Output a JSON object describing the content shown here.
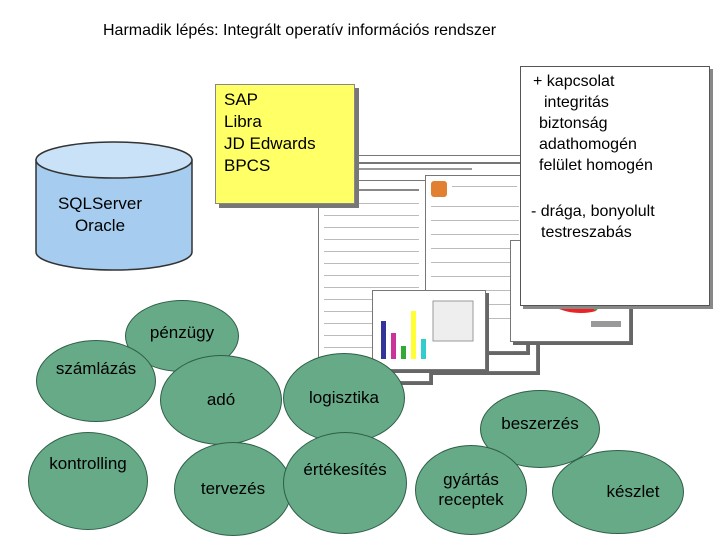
{
  "title": "Harmadik lépés: Integrált operatív információs rendszer",
  "sticky_note": {
    "items": [
      "SAP",
      "Libra",
      "JD Edwards",
      "BPCS"
    ]
  },
  "database": {
    "items": [
      "SQLServer",
      "Oracle"
    ]
  },
  "info_box": {
    "plus_items": [
      "+ kapcsolat",
      "integritás",
      "biztonság",
      "adathomogén",
      "felület homogén"
    ],
    "minus_items": [
      "- drága, bonyolult",
      "testreszabás"
    ]
  },
  "modules": {
    "penzugy": "pénzügy",
    "szamlazas": "számlázás",
    "ado": "adó",
    "logisztika": "logisztika",
    "beszerzes": "beszerzés",
    "kontrolling": "kontrolling",
    "tervezes": "tervezés",
    "ertekesites": "értékesítés",
    "gyartas": "gyártás\nreceptek",
    "keszlet": "készlet"
  },
  "colors": {
    "node_fill": "#66aa88",
    "sticky_fill": "#ffff66",
    "cylinder_fill": "#a6cdf0"
  }
}
